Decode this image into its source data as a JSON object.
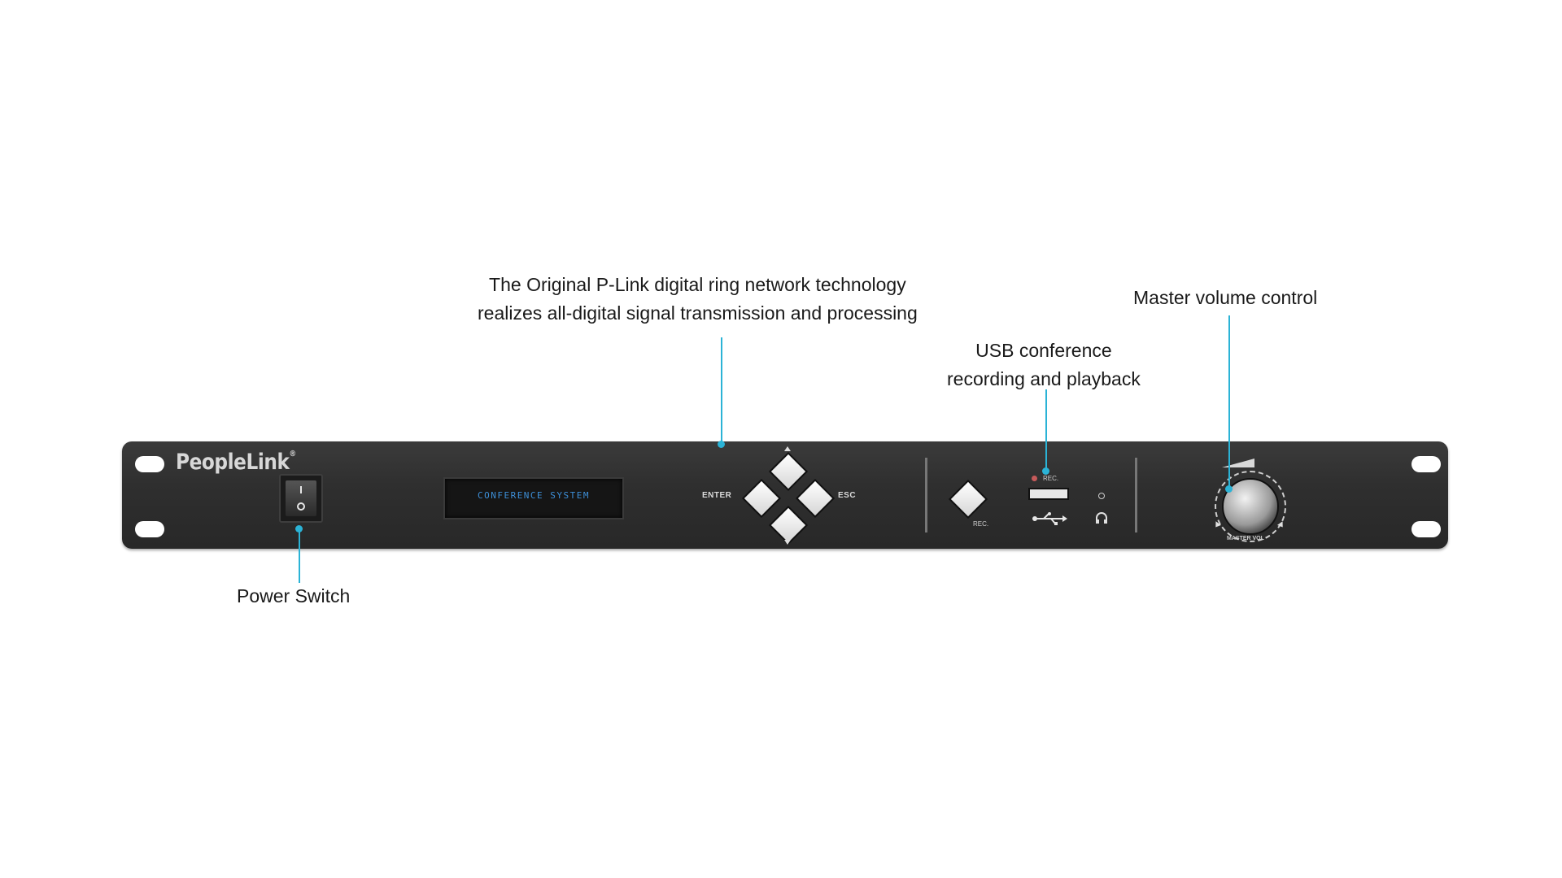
{
  "callouts": {
    "ring_network": {
      "line1": "The Original P-Link digital ring network technology",
      "line2": "realizes all-digital signal transmission and processing"
    },
    "master_volume": {
      "text": "Master volume control"
    },
    "usb": {
      "line1": "USB conference",
      "line2": "recording and playback"
    },
    "power": {
      "text": "Power Switch"
    }
  },
  "device": {
    "brand": "PeopleLink",
    "display_text": "CONFERENCE SYSTEM",
    "nav_enter_label": "ENTER",
    "nav_esc_label": "ESC",
    "rec_button_label": "REC.",
    "rec_led_label": "REC.",
    "volume_label": "MASTER VOL"
  },
  "colors": {
    "leader_line": "#2bb3d6",
    "panel": "#2f2f2f",
    "display_text": "#3d8fd8"
  }
}
